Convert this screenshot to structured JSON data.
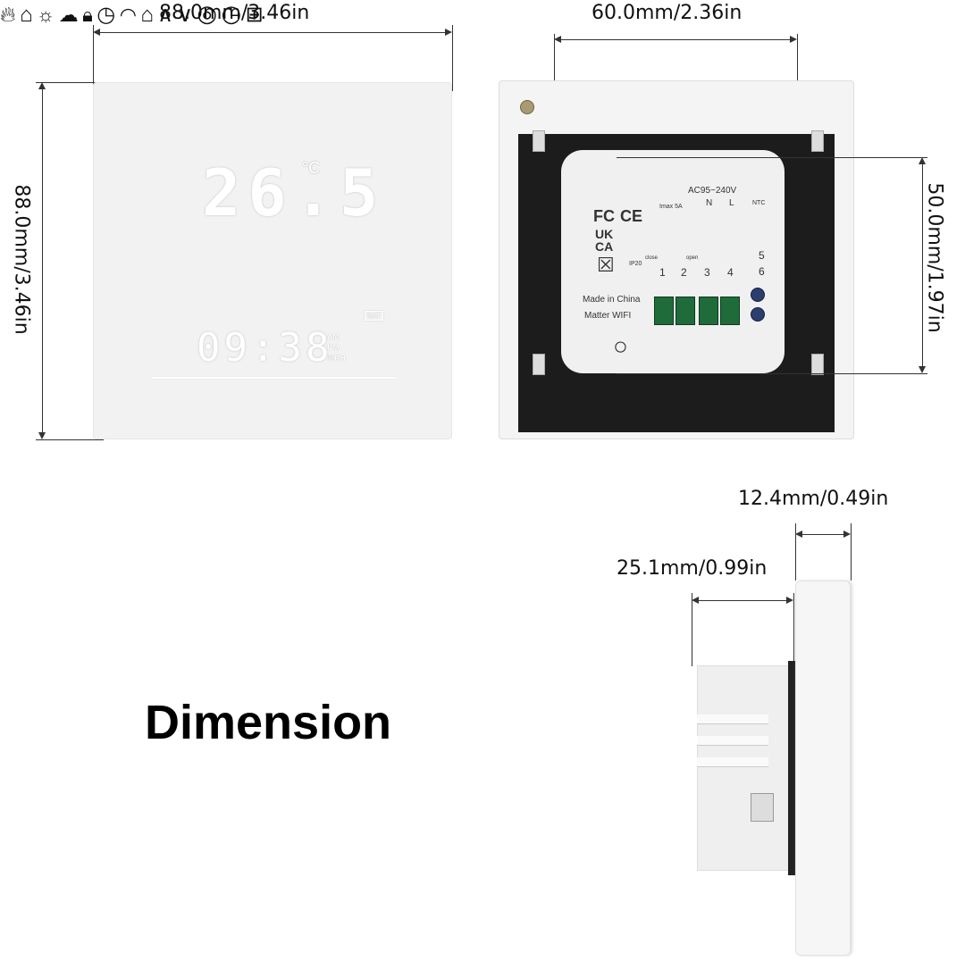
{
  "title": "Dimension",
  "dimensions": {
    "front_width": "88.0mm/3.46in",
    "front_height": "88.0mm/3.46in",
    "back_width": "60.0mm/2.36in",
    "back_height": "50.0mm/1.97in",
    "cover_depth": "12.4mm/0.49in",
    "body_depth": "25.1mm/0.99in"
  },
  "front_display": {
    "temperature": "26.5",
    "unit": "°C",
    "time": "09:38",
    "am": "AM",
    "pm": "PM",
    "rh": "%RH",
    "day": "SAT"
  },
  "back_label": {
    "power": "AC95~240V",
    "imax": "Imax 5A",
    "n": "N",
    "l": "L",
    "ntc": "NTC",
    "close": "close",
    "open": "open",
    "ip": "IP20",
    "terminal_1": "1",
    "terminal_2": "2",
    "terminal_3": "3",
    "terminal_4": "4",
    "terminal_5": "5",
    "terminal_6": "6",
    "made_in": "Made in China",
    "matter": "Matter WIFI",
    "fc": "FC",
    "ce": "CE",
    "ukca_1": "UK",
    "ukca_2": "CA"
  },
  "icons": [
    "flame-icon",
    "home-c-icon",
    "sun-icon",
    "cloud-icon",
    "lock-icon",
    "clock-icon",
    "wifi-icon",
    "home-away-icon",
    "up-icon",
    "down-icon",
    "power-icon",
    "timer-icon",
    "menu-icon"
  ]
}
